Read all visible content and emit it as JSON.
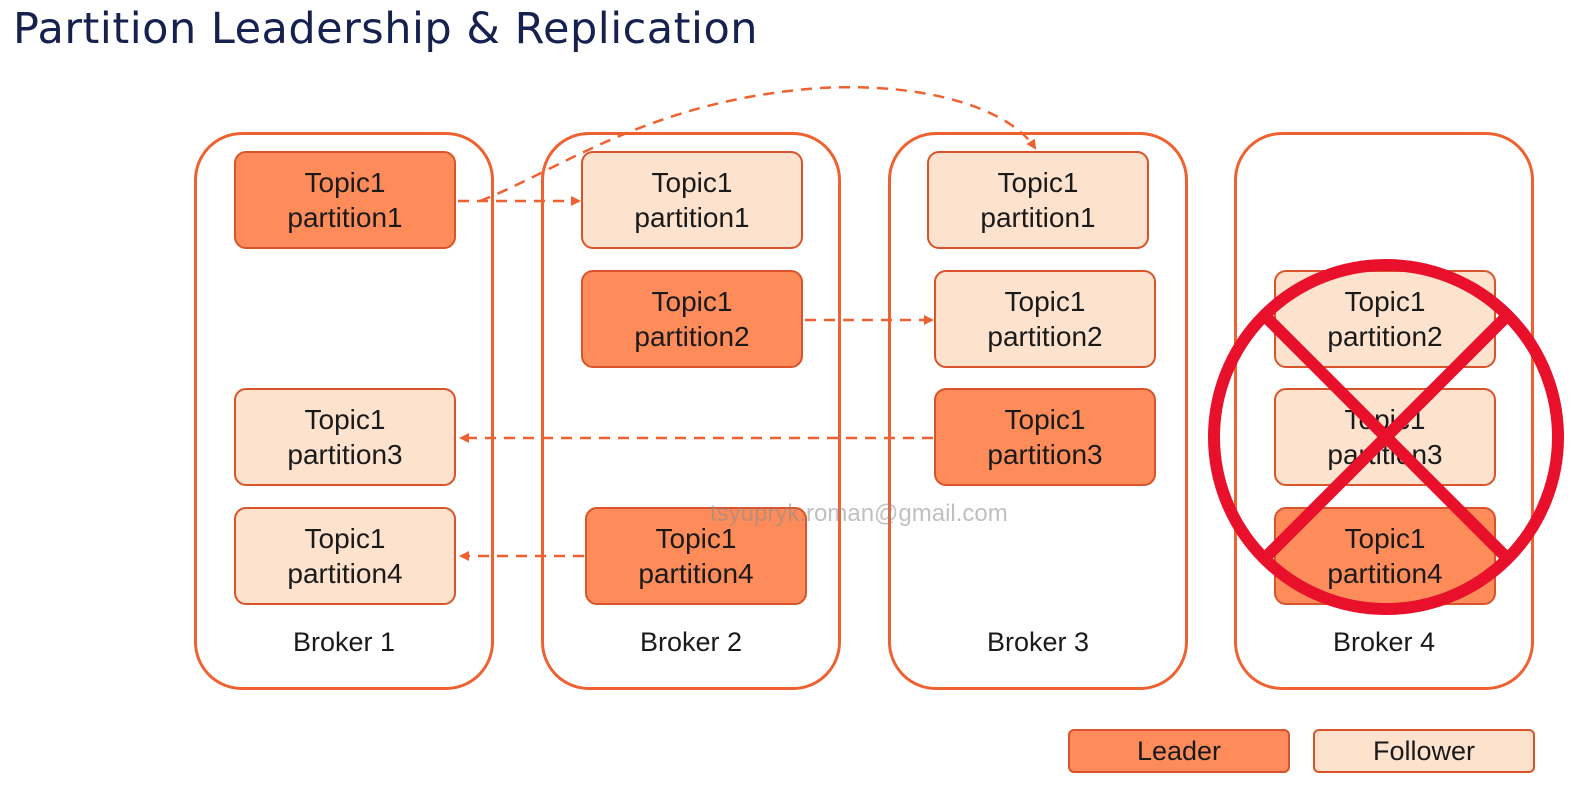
{
  "title": "Partition Leadership & Replication",
  "brokers": [
    {
      "label": "Broker 1",
      "partitions": [
        {
          "topic": "Topic1",
          "partition": "partition1",
          "role": "leader"
        },
        {
          "topic": "Topic1",
          "partition": "partition3",
          "role": "follower"
        },
        {
          "topic": "Topic1",
          "partition": "partition4",
          "role": "follower"
        }
      ]
    },
    {
      "label": "Broker 2",
      "partitions": [
        {
          "topic": "Topic1",
          "partition": "partition1",
          "role": "follower"
        },
        {
          "topic": "Topic1",
          "partition": "partition2",
          "role": "leader"
        },
        {
          "topic": "Topic1",
          "partition": "partition4",
          "role": "leader"
        }
      ]
    },
    {
      "label": "Broker 3",
      "partitions": [
        {
          "topic": "Topic1",
          "partition": "partition1",
          "role": "follower"
        },
        {
          "topic": "Topic1",
          "partition": "partition2",
          "role": "follower"
        },
        {
          "topic": "Topic1",
          "partition": "partition3",
          "role": "leader"
        }
      ]
    },
    {
      "label": "Broker 4",
      "status": "failed",
      "partitions": [
        {
          "topic": "Topic1",
          "partition": "partition2",
          "role": "follower"
        },
        {
          "topic": "Topic1",
          "partition": "partition3",
          "role": "follower"
        },
        {
          "topic": "Topic1",
          "partition": "partition4",
          "role": "leader"
        }
      ]
    }
  ],
  "legend": {
    "leader": "Leader",
    "follower": "Follower"
  },
  "watermark": "tsyupryk.roman@gmail.com",
  "colors": {
    "title": "#17214f",
    "broker_border": "#ee6130",
    "leader_fill": "#fd8c5a",
    "follower_fill": "#fde2cd",
    "box_border": "#d9542a",
    "arrow": "#ee6130",
    "failure_mark": "#e8102a"
  }
}
